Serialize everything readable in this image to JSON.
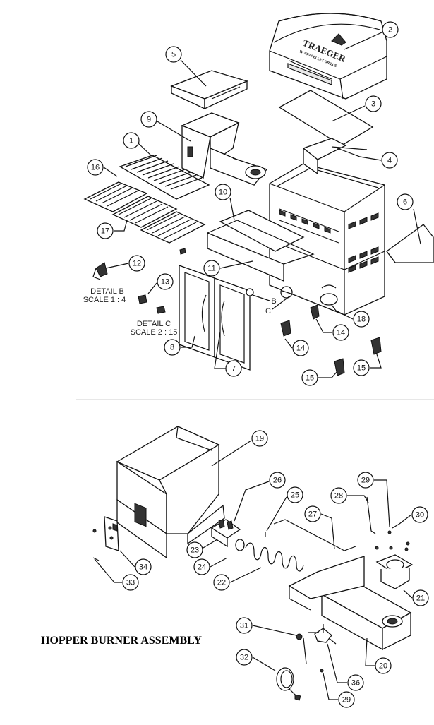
{
  "brand": {
    "name": "TRAEGER",
    "tagline": "WOOD PELLET GRILLS"
  },
  "details": [
    {
      "id": "detail-b",
      "title": "DETAIL B",
      "scale": "SCALE 1 : 4"
    },
    {
      "id": "detail-c",
      "title": "DETAIL C",
      "scale": "SCALE 2 : 15"
    }
  ],
  "detail_markers": {
    "b": "B",
    "c": "C"
  },
  "assembly_title": "HOPPER BURNER ASSEMBLY",
  "callouts": {
    "c1": "1",
    "c2": "2",
    "c3": "3",
    "c4": "4",
    "c5": "5",
    "c6": "6",
    "c7": "7",
    "c8": "8",
    "c9": "9",
    "c10": "10",
    "c11": "11",
    "c12": "12",
    "c13": "13",
    "c14a": "14",
    "c14b": "14",
    "c15a": "15",
    "c15b": "15",
    "c16": "16",
    "c17": "17",
    "c18": "18",
    "c19": "19",
    "c20": "20",
    "c21": "21",
    "c22": "22",
    "c23": "23",
    "c24": "24",
    "c25": "25",
    "c26": "26",
    "c27": "27",
    "c28": "28",
    "c29a": "29",
    "c29b": "29",
    "c30": "30",
    "c31": "31",
    "c32": "32",
    "c33": "33",
    "c34": "34",
    "c36": "36"
  }
}
